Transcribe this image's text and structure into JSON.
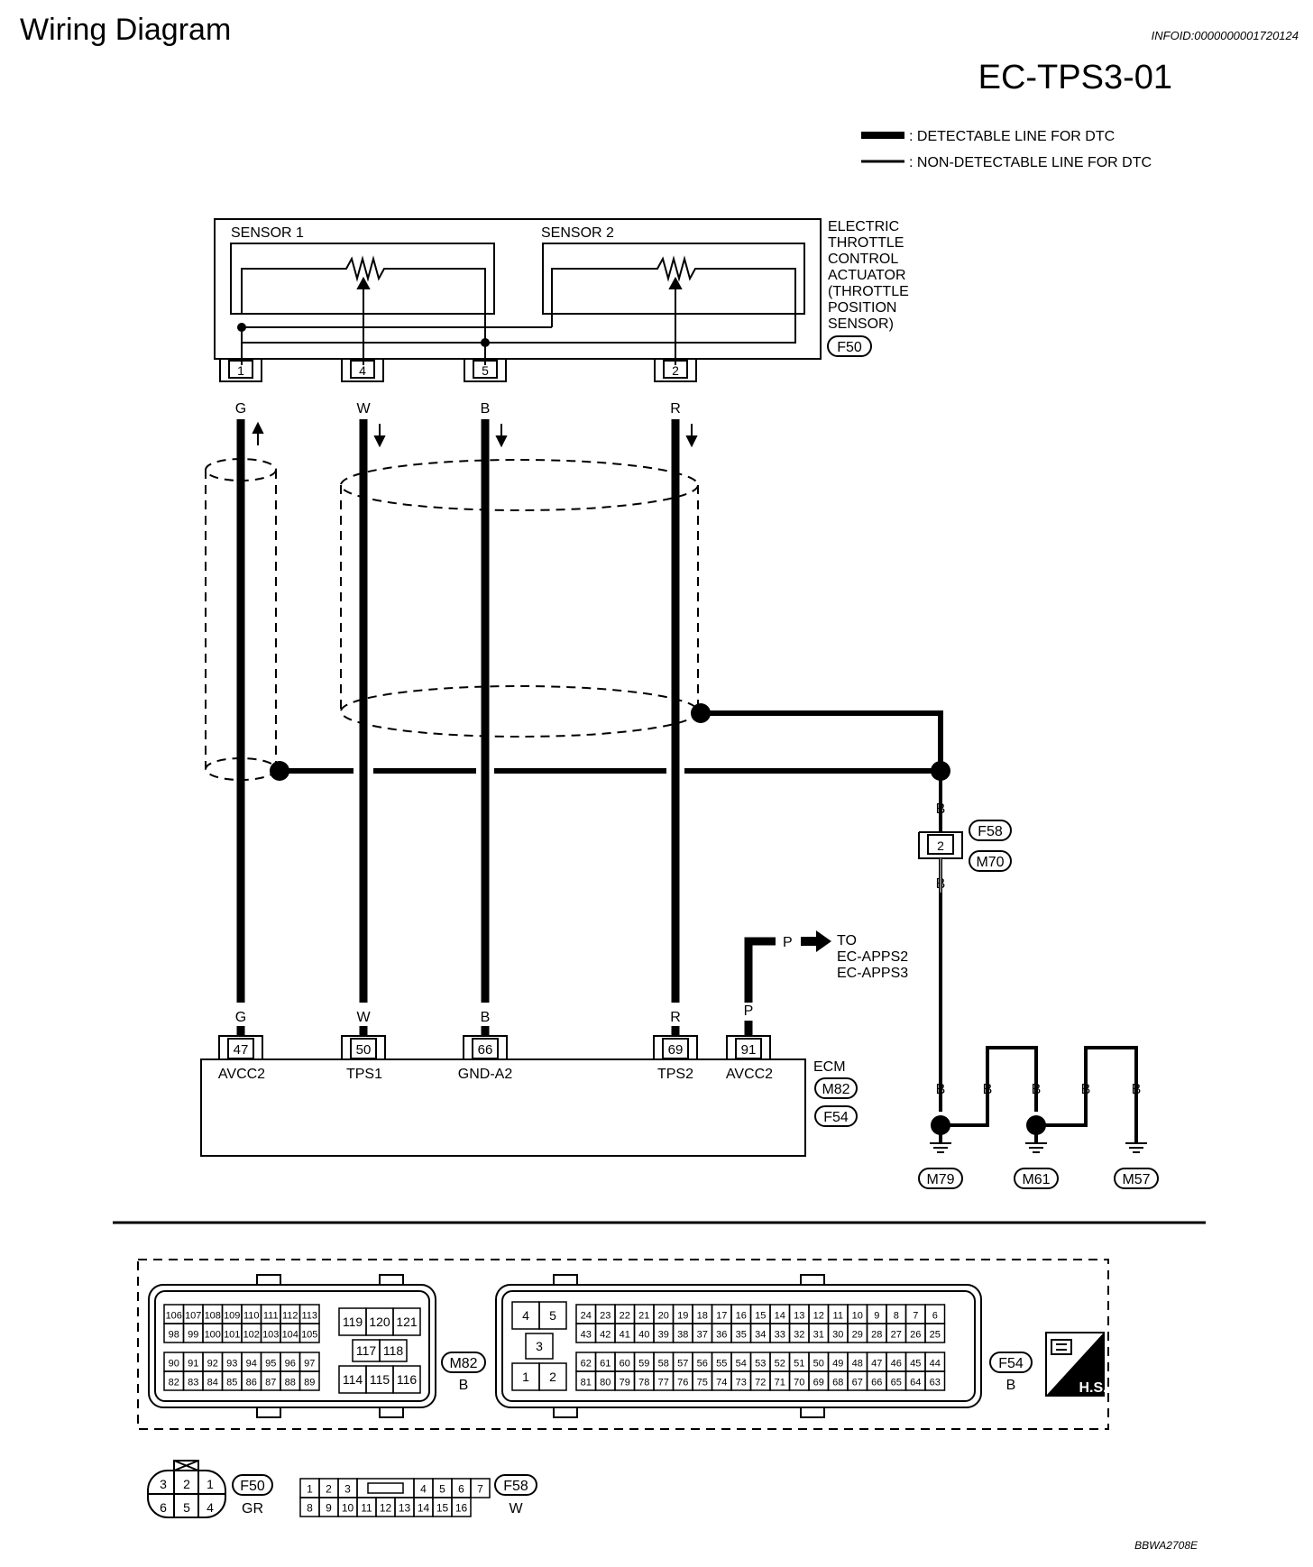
{
  "header": {
    "title": "Wiring Diagram",
    "info_id": "INFOID:0000000001720124",
    "diagram_code": "EC-TPS3-01"
  },
  "legend": {
    "detectable": ": DETECTABLE LINE FOR DTC",
    "non_detectable": ": NON-DETECTABLE LINE FOR DTC"
  },
  "actuator": {
    "label_lines": [
      "ELECTRIC",
      "THROTTLE",
      "CONTROL",
      "ACTUATOR",
      "(THROTTLE",
      "POSITION",
      "SENSOR)"
    ],
    "connector": "F50",
    "sensor1": "SENSOR 1",
    "sensor2": "SENSOR 2",
    "pins": [
      "1",
      "4",
      "5",
      "2"
    ]
  },
  "wires": {
    "colors": [
      "G",
      "W",
      "B",
      "R"
    ],
    "ground_color": "B",
    "ecm_feed_color": "P",
    "ground_branch_colors": [
      "B",
      "B",
      "B",
      "B",
      "B"
    ]
  },
  "joint_connector": {
    "pin": "2",
    "connector_top": "F58",
    "connector_bottom": "M70"
  },
  "reference": {
    "to": "TO",
    "targets": [
      "EC-APPS2",
      "EC-APPS3"
    ]
  },
  "ecm": {
    "label": "ECM",
    "connectors": [
      "M82",
      "F54"
    ],
    "pins": [
      "47",
      "50",
      "66",
      "69",
      "91"
    ],
    "terminal_names": [
      "AVCC2",
      "TPS1",
      "GND-A2",
      "TPS2",
      "AVCC2"
    ]
  },
  "grounds": [
    "M79",
    "M61",
    "M57"
  ],
  "connector_views": {
    "m82": {
      "id": "M82",
      "color": "B",
      "rows": [
        [
          "106",
          "107",
          "108",
          "109",
          "110",
          "111",
          "112",
          "113"
        ],
        [
          "98",
          "99",
          "100",
          "101",
          "102",
          "103",
          "104",
          "105"
        ],
        [
          "90",
          "91",
          "92",
          "93",
          "94",
          "95",
          "96",
          "97"
        ],
        [
          "82",
          "83",
          "84",
          "85",
          "86",
          "87",
          "88",
          "89"
        ]
      ],
      "right_top": [
        "119",
        "120",
        "121"
      ],
      "right_mid": [
        "117",
        "118"
      ],
      "right_bottom": [
        "114",
        "115",
        "116"
      ]
    },
    "f54": {
      "id": "F54",
      "color": "B",
      "left_pins": [
        "4",
        "5",
        "3",
        "1",
        "2"
      ],
      "rows": [
        [
          "24",
          "23",
          "22",
          "21",
          "20",
          "19",
          "18",
          "17",
          "16",
          "15",
          "14",
          "13",
          "12",
          "11",
          "10",
          "9",
          "8",
          "7",
          "6"
        ],
        [
          "43",
          "42",
          "41",
          "40",
          "39",
          "38",
          "37",
          "36",
          "35",
          "34",
          "33",
          "32",
          "31",
          "30",
          "29",
          "28",
          "27",
          "26",
          "25"
        ],
        [
          "62",
          "61",
          "60",
          "59",
          "58",
          "57",
          "56",
          "55",
          "54",
          "53",
          "52",
          "51",
          "50",
          "49",
          "48",
          "47",
          "46",
          "45",
          "44"
        ],
        [
          "81",
          "80",
          "79",
          "78",
          "77",
          "76",
          "75",
          "74",
          "73",
          "72",
          "71",
          "70",
          "69",
          "68",
          "67",
          "66",
          "65",
          "64",
          "63"
        ]
      ]
    },
    "hs_badge": "H.S.",
    "f50": {
      "id": "F50",
      "color": "GR",
      "top": [
        "3",
        "2",
        "1"
      ],
      "bottom": [
        "6",
        "5",
        "4"
      ]
    },
    "f58": {
      "id": "F58",
      "color": "W",
      "top": [
        "1",
        "2",
        "3",
        "4",
        "5",
        "6",
        "7"
      ],
      "bottom": [
        "8",
        "9",
        "10",
        "11",
        "12",
        "13",
        "14",
        "15",
        "16"
      ]
    }
  },
  "footer_code": "BBWA2708E"
}
